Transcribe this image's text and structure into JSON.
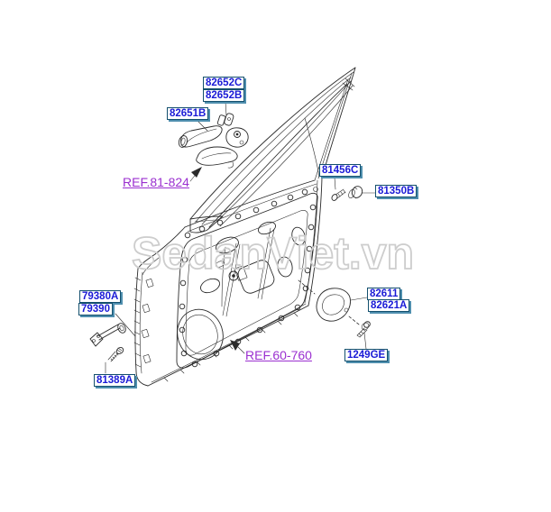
{
  "watermark": "SedanViet.vn",
  "labels": {
    "l82652c": "82652C",
    "l82652b": "82652B",
    "l82651b": "82651B",
    "l81456c": "81456C",
    "l81350b": "81350B",
    "l82611": "82611",
    "l82621a": "82621A",
    "l79380a": "79380A",
    "l79390": "79390",
    "l1249ge": "1249GE",
    "l81389a": "81389A"
  },
  "refs": {
    "ref81": "REF.81-824",
    "ref60": "REF.60-760"
  },
  "colors": {
    "label_text": "#1a1ad6",
    "label_border": "#14506e",
    "label_shadow": "#4f8fae",
    "ref_text": "#9b30d0",
    "line": "#2a2a2a",
    "watermark_outline": "#cdcdcd",
    "background": "#ffffff"
  }
}
